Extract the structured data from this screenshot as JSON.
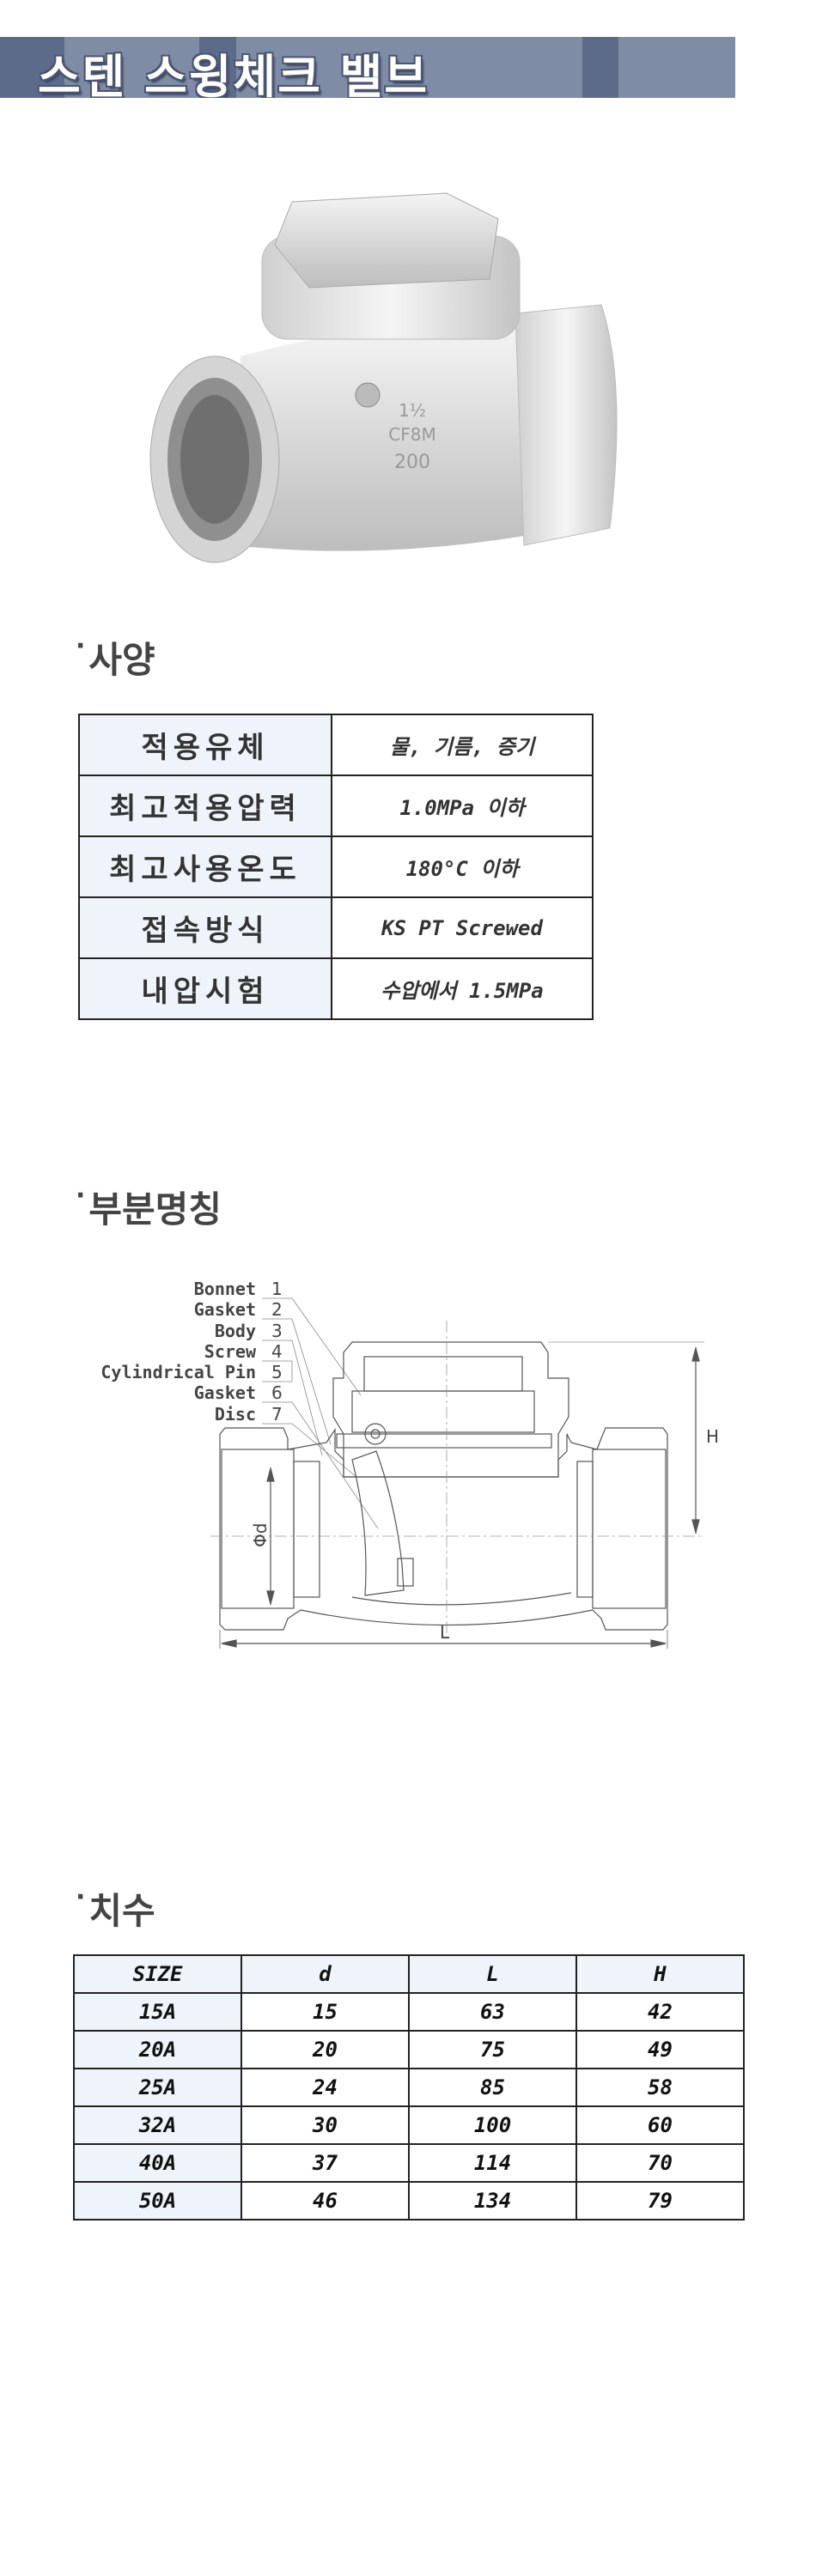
{
  "header": {
    "title": "스텐 스윙체크 밸브"
  },
  "product_photo": {
    "markings": [
      "1½",
      "CF8M",
      "200"
    ]
  },
  "spec_section": {
    "title": "사양",
    "rows": [
      {
        "label": "적용유체",
        "value": "물, 기름, 증기"
      },
      {
        "label": "최고적용압력",
        "value": "1.0MPa 이하"
      },
      {
        "label": "최고사용온도",
        "value": "180°C 이하"
      },
      {
        "label": "접속방식",
        "value": "KS PT Screwed"
      },
      {
        "label": "내압시험",
        "value": "수압에서 1.5MPa"
      }
    ]
  },
  "parts_section": {
    "title": "부분명칭",
    "parts": [
      {
        "name": "Bonnet",
        "no": "1"
      },
      {
        "name": "Gasket",
        "no": "2"
      },
      {
        "name": "Body",
        "no": "3"
      },
      {
        "name": "Screw",
        "no": "4"
      },
      {
        "name": "Cylindrical Pin",
        "no": "5"
      },
      {
        "name": "Gasket",
        "no": "6"
      },
      {
        "name": "Disc",
        "no": "7"
      }
    ],
    "dim_labels": {
      "d": "Φd",
      "L": "L",
      "H": "H"
    }
  },
  "dims_section": {
    "title": "치수",
    "headers": [
      "SIZE",
      "d",
      "L",
      "H"
    ],
    "rows": [
      [
        "15A",
        "15",
        "63",
        "42"
      ],
      [
        "20A",
        "20",
        "75",
        "49"
      ],
      [
        "25A",
        "24",
        "85",
        "58"
      ],
      [
        "32A",
        "30",
        "100",
        "60"
      ],
      [
        "40A",
        "37",
        "114",
        "70"
      ],
      [
        "50A",
        "46",
        "134",
        "79"
      ]
    ]
  },
  "colors": {
    "banner": "#7f8ca6",
    "banner_stripe": "#5d6b8a",
    "label_cell": "#eef4fa"
  }
}
